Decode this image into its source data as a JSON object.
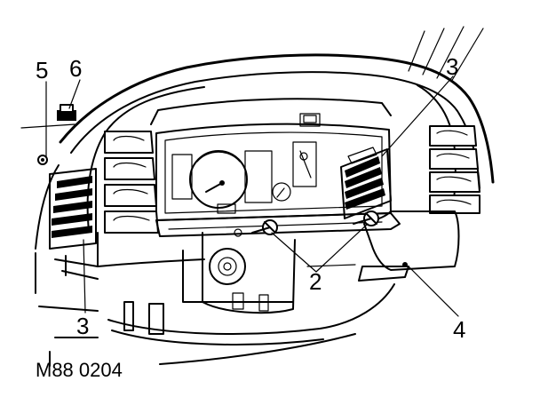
{
  "diagram": {
    "reference_code": "M88 0204",
    "callouts": {
      "c2": "2",
      "c3_top": "3",
      "c3_bottom": "3",
      "c4": "4",
      "c5": "5",
      "c6": "6"
    }
  }
}
